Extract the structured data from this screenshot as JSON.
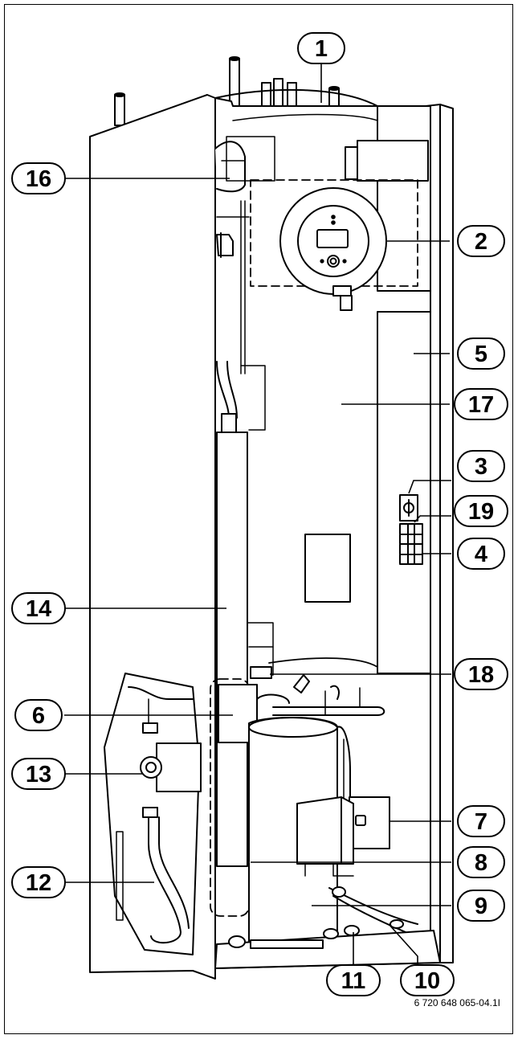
{
  "diagram": {
    "callouts": [
      {
        "id": "1",
        "label": "1"
      },
      {
        "id": "2",
        "label": "2"
      },
      {
        "id": "3",
        "label": "3"
      },
      {
        "id": "4",
        "label": "4"
      },
      {
        "id": "5",
        "label": "5"
      },
      {
        "id": "6",
        "label": "6"
      },
      {
        "id": "7",
        "label": "7"
      },
      {
        "id": "8",
        "label": "8"
      },
      {
        "id": "9",
        "label": "9"
      },
      {
        "id": "10",
        "label": "10"
      },
      {
        "id": "11",
        "label": "11"
      },
      {
        "id": "12",
        "label": "12"
      },
      {
        "id": "13",
        "label": "13"
      },
      {
        "id": "14",
        "label": "14"
      },
      {
        "id": "16",
        "label": "16"
      },
      {
        "id": "17",
        "label": "17"
      },
      {
        "id": "18",
        "label": "18"
      },
      {
        "id": "19",
        "label": "19"
      }
    ],
    "reference_code": "6 720 648 065-04.1I"
  }
}
